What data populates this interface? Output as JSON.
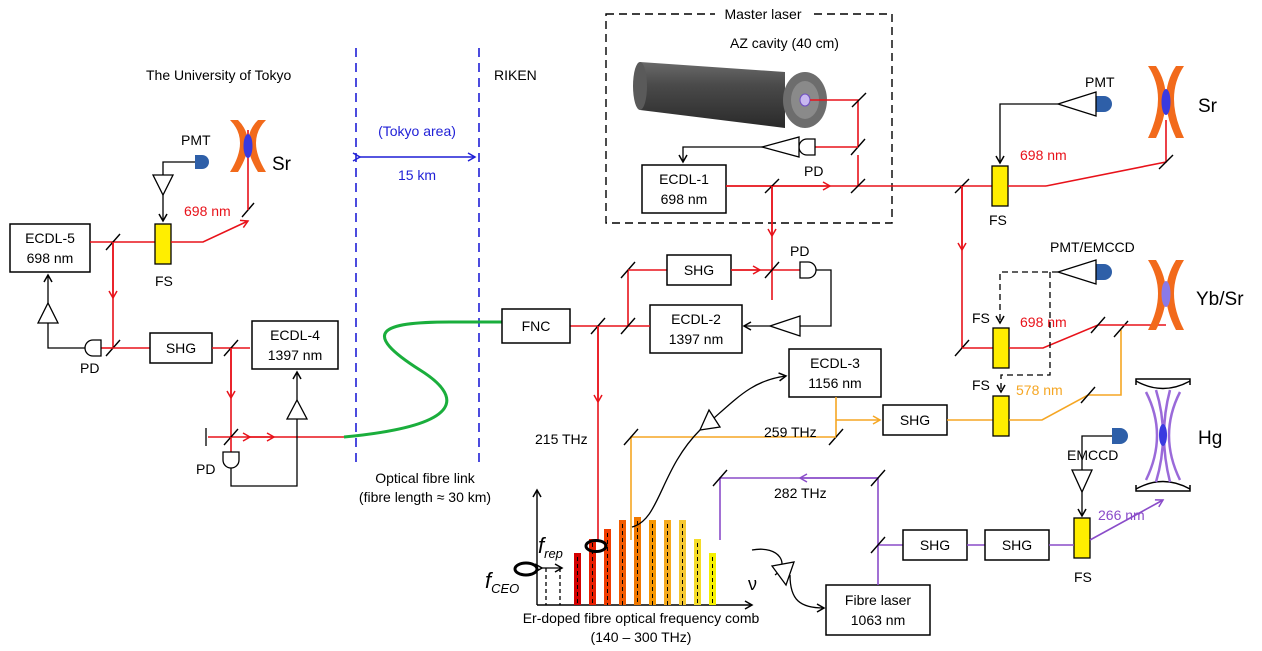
{
  "labels": {
    "tokyo": "The University of Tokyo",
    "riken": "RIKEN",
    "tokyo_area": "(Tokyo area)",
    "dist": "15 km",
    "link1": "Optical fibre link",
    "link2": "(fibre length ≈ 30 km)",
    "master": "Master laser",
    "az": "AZ cavity (40 cm)",
    "comb1": "Er-doped fibre optical frequency comb",
    "comb2": "(140 – 300 THz)",
    "f215": "215 THz",
    "f259": "259 THz",
    "f282": "282 THz",
    "nm698a": "698 nm",
    "nm698b": "698 nm",
    "nm698c": "698 nm",
    "nm578": "578 nm",
    "nm266": "266 nm",
    "pd": "PD",
    "pmt": "PMT",
    "pmt_emccd": "PMT/EMCCD",
    "emccd": "EMCCD",
    "fs": "FS",
    "shg": "SHG",
    "fnc": "FNC",
    "sr": "Sr",
    "ybsr": "Yb/Sr",
    "hg": "Hg",
    "f_sym": "f",
    "rep": "rep",
    "ceo": "CEO",
    "nu": "ν"
  },
  "boxes": {
    "ecdl1": [
      "ECDL-1",
      "698 nm"
    ],
    "ecdl2": [
      "ECDL-2",
      "1397 nm"
    ],
    "ecdl3": [
      "ECDL-3",
      "1156 nm"
    ],
    "ecdl4": [
      "ECDL-4",
      "1397 nm"
    ],
    "ecdl5": [
      "ECDL-5",
      "698 nm"
    ],
    "fibre": [
      "Fibre laser",
      "1063 nm"
    ]
  },
  "colors": {
    "beam_698": "#e8121a",
    "beam_578": "#f5a623",
    "beam_266": "#8a4cc9",
    "fibre": "#1aae3c",
    "boundary": "#1f1fd6",
    "fs": "#ffee00",
    "atom": "#3a3ae0",
    "trap": "#f26a1b"
  },
  "comb_colors": [
    "#d40000",
    "#e61e00",
    "#f03c00",
    "#f05a00",
    "#f07800",
    "#f59600",
    "#f5aa1e",
    "#f5c832",
    "#f5dc28",
    "#f5f000"
  ]
}
